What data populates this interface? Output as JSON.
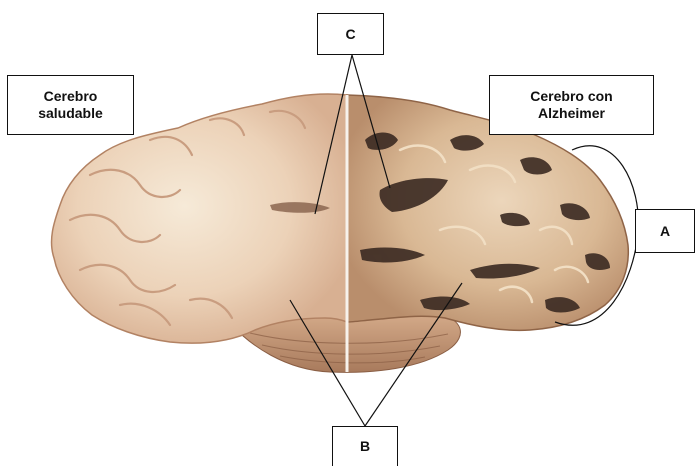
{
  "labels": {
    "healthy": "Cerebro\nsaludable",
    "alzheimer": "Cerebro con\nAlzheimer",
    "a": "A",
    "b": "B",
    "c": "C"
  },
  "colors": {
    "healthy_tissue": "#e8cdb4",
    "healthy_white_matter": "#f3e3ce",
    "alzheimer_tissue": "#d9b997",
    "alzheimer_cavities": "#3b2a22",
    "cerebellum": "#c89c7d",
    "outline": "#111111"
  }
}
